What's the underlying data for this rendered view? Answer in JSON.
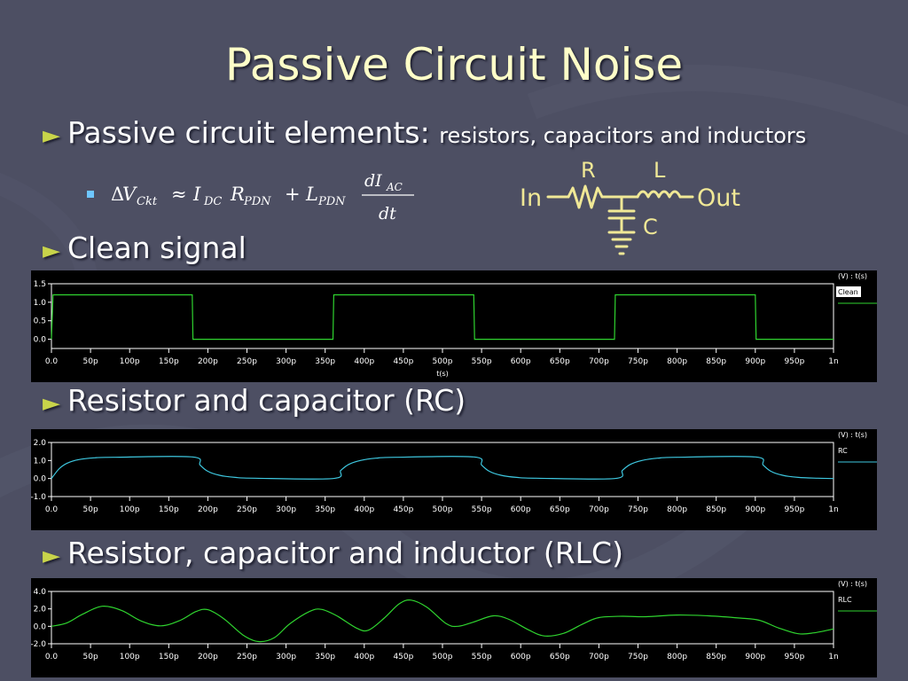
{
  "slide": {
    "title": "Passive Circuit Noise",
    "bullet1_main": "Passive circuit elements:",
    "bullet1_small": "resistors, capacitors and inductors",
    "formula": {
      "delta": "Δ",
      "v": "V",
      "ckt": "Ckt",
      "approx": "≈",
      "i": "I",
      "dc": "DC",
      "r": "R",
      "pdn": "PDN",
      "plus": "+",
      "l": "L",
      "num_d": "dI",
      "num_sub": "AC",
      "den": "dt"
    },
    "bullet2": "Clean signal",
    "bullet3": "Resistor and capacitor (RC)",
    "bullet4": "Resistor, capacitor and inductor (RLC)",
    "arrow_glyph": "►"
  },
  "circuit": {
    "in_label": "In",
    "out_label": "Out",
    "r_label": "R",
    "l_label": "L",
    "c_label": "C",
    "color": "#f0e896"
  },
  "chart_data": [
    {
      "type": "line",
      "legend": "Clean",
      "header": "(V) : t(s)",
      "xlabel": "t(s)",
      "ylabel": "",
      "xlim": [
        0,
        1000
      ],
      "ylim": [
        -0.25,
        1.5
      ],
      "yticks": [
        "1.5",
        "1.0",
        "0.5",
        "0.0"
      ],
      "ytick_values": [
        1.5,
        1.0,
        0.5,
        0.0
      ],
      "xticks": [
        "0.0",
        "50p",
        "100p",
        "150p",
        "200p",
        "250p",
        "300p",
        "350p",
        "400p",
        "450p",
        "500p",
        "550p",
        "600p",
        "650p",
        "700p",
        "750p",
        "800p",
        "850p",
        "900p",
        "950p",
        "1n"
      ],
      "color": "#2fd42f",
      "points": [
        [
          0,
          0.0
        ],
        [
          2,
          1.2
        ],
        [
          180,
          1.2
        ],
        [
          181,
          0.0
        ],
        [
          360,
          0.0
        ],
        [
          361,
          1.2
        ],
        [
          540,
          1.2
        ],
        [
          541,
          0.0
        ],
        [
          720,
          0.0
        ],
        [
          721,
          1.2
        ],
        [
          900,
          1.2
        ],
        [
          901,
          0.0
        ],
        [
          1000,
          0.0
        ]
      ]
    },
    {
      "type": "line",
      "legend": "RC",
      "header": "(V) : t(s)",
      "xlabel": "",
      "ylabel": "",
      "xlim": [
        0,
        1000
      ],
      "ylim": [
        -1.0,
        2.0
      ],
      "yticks": [
        "2.0",
        "1.0",
        "0.0",
        "-1.0"
      ],
      "ytick_values": [
        2.0,
        1.0,
        0.0,
        -1.0
      ],
      "xticks": [
        "0.0",
        "50p",
        "100p",
        "150p",
        "200p",
        "250p",
        "300p",
        "350p",
        "400p",
        "450p",
        "500p",
        "550p",
        "600p",
        "650p",
        "700p",
        "750p",
        "800p",
        "850p",
        "900p",
        "950p",
        "1n"
      ],
      "color": "#3ec8e0",
      "points": [
        [
          0,
          0.0
        ],
        [
          10,
          0.55
        ],
        [
          20,
          0.85
        ],
        [
          35,
          1.05
        ],
        [
          55,
          1.15
        ],
        [
          80,
          1.18
        ],
        [
          180,
          1.2
        ],
        [
          190,
          0.75
        ],
        [
          200,
          0.4
        ],
        [
          215,
          0.18
        ],
        [
          235,
          0.06
        ],
        [
          260,
          0.02
        ],
        [
          360,
          0.0
        ],
        [
          370,
          0.45
        ],
        [
          380,
          0.78
        ],
        [
          395,
          1.0
        ],
        [
          415,
          1.13
        ],
        [
          440,
          1.18
        ],
        [
          540,
          1.2
        ],
        [
          550,
          0.75
        ],
        [
          560,
          0.4
        ],
        [
          575,
          0.18
        ],
        [
          595,
          0.06
        ],
        [
          620,
          0.02
        ],
        [
          720,
          0.0
        ],
        [
          730,
          0.45
        ],
        [
          740,
          0.78
        ],
        [
          755,
          1.0
        ],
        [
          775,
          1.13
        ],
        [
          800,
          1.18
        ],
        [
          900,
          1.2
        ],
        [
          910,
          0.75
        ],
        [
          920,
          0.4
        ],
        [
          935,
          0.18
        ],
        [
          955,
          0.06
        ],
        [
          980,
          0.02
        ],
        [
          1000,
          0.0
        ]
      ]
    },
    {
      "type": "line",
      "legend": "RLC",
      "header": "(V) : t(s)",
      "xlabel": "",
      "ylabel": "",
      "xlim": [
        0,
        1000
      ],
      "ylim": [
        -2.0,
        4.0
      ],
      "yticks": [
        "4.0",
        "2.0",
        "0.0",
        "-2.0"
      ],
      "ytick_values": [
        4.0,
        2.0,
        0.0,
        -2.0
      ],
      "xticks": [
        "0.0",
        "50p",
        "100p",
        "150p",
        "200p",
        "250p",
        "300p",
        "350p",
        "400p",
        "450p",
        "500p",
        "550p",
        "600p",
        "650p",
        "700p",
        "750p",
        "800p",
        "850p",
        "900p",
        "950p",
        "1n"
      ],
      "color": "#2fd42f",
      "points": [
        [
          0,
          0.0
        ],
        [
          20,
          0.4
        ],
        [
          40,
          1.4
        ],
        [
          65,
          2.3
        ],
        [
          90,
          1.8
        ],
        [
          115,
          0.6
        ],
        [
          140,
          0.05
        ],
        [
          165,
          0.7
        ],
        [
          185,
          1.7
        ],
        [
          200,
          1.9
        ],
        [
          220,
          0.9
        ],
        [
          245,
          -1.0
        ],
        [
          265,
          -1.75
        ],
        [
          285,
          -1.3
        ],
        [
          305,
          0.3
        ],
        [
          330,
          1.7
        ],
        [
          345,
          1.95
        ],
        [
          365,
          1.2
        ],
        [
          390,
          -0.2
        ],
        [
          405,
          -0.45
        ],
        [
          425,
          0.9
        ],
        [
          445,
          2.6
        ],
        [
          460,
          3.0
        ],
        [
          480,
          2.2
        ],
        [
          505,
          0.3
        ],
        [
          520,
          0.0
        ],
        [
          540,
          0.5
        ],
        [
          565,
          1.2
        ],
        [
          585,
          0.8
        ],
        [
          610,
          -0.4
        ],
        [
          630,
          -1.1
        ],
        [
          655,
          -0.8
        ],
        [
          680,
          0.3
        ],
        [
          700,
          1.0
        ],
        [
          730,
          1.15
        ],
        [
          760,
          1.1
        ],
        [
          800,
          1.3
        ],
        [
          840,
          1.2
        ],
        [
          880,
          0.95
        ],
        [
          905,
          0.7
        ],
        [
          930,
          -0.2
        ],
        [
          955,
          -0.85
        ],
        [
          975,
          -0.75
        ],
        [
          1000,
          -0.3
        ]
      ]
    }
  ]
}
